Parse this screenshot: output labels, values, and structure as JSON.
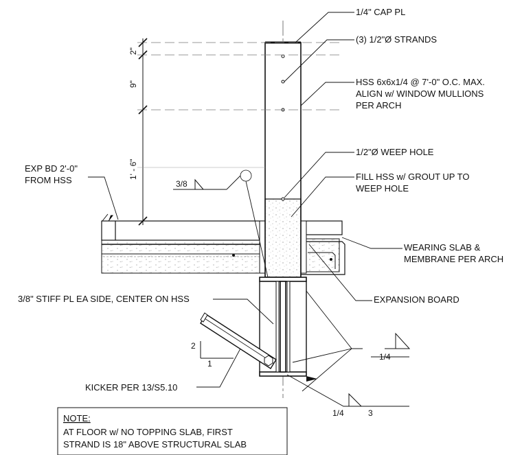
{
  "labels": {
    "cap_pl": "1/4\" CAP PL",
    "strands": "(3) 1/2\"Ø STRANDS",
    "hss_1": "HSS 6x6x1/4 @ 7'-0\" O.C. MAX.",
    "hss_2": "ALIGN w/ WINDOW MULLIONS",
    "hss_3": "PER ARCH",
    "weep": "1/2\"Ø WEEP HOLE",
    "fill_1": "FILL HSS w/ GROUT UP TO",
    "fill_2": "WEEP HOLE",
    "expbd_1": "EXP BD 2'-0\"",
    "expbd_2": "FROM HSS",
    "wearing_1": "WEARING SLAB &",
    "wearing_2": "MEMBRANE PER ARCH",
    "expansion": "EXPANSION BOARD",
    "stiff": "3/8\" STIFF PL EA SIDE, CENTER ON HSS",
    "kicker": "KICKER PER 13/S5.10"
  },
  "dimensions": {
    "d1": "2\"",
    "d2": "9\"",
    "d3": "1' - 6\""
  },
  "welds": {
    "w1": "3/8",
    "w2": "1/4",
    "w3_size": "1/4",
    "w3_len": "3"
  },
  "slope": {
    "rise": "2",
    "run": "1"
  },
  "note": {
    "title": "NOTE:",
    "line1": "AT FLOOR w/ NO TOPPING SLAB, FIRST",
    "line2": "STRAND IS 18\" ABOVE STRUCTURAL SLAB"
  }
}
